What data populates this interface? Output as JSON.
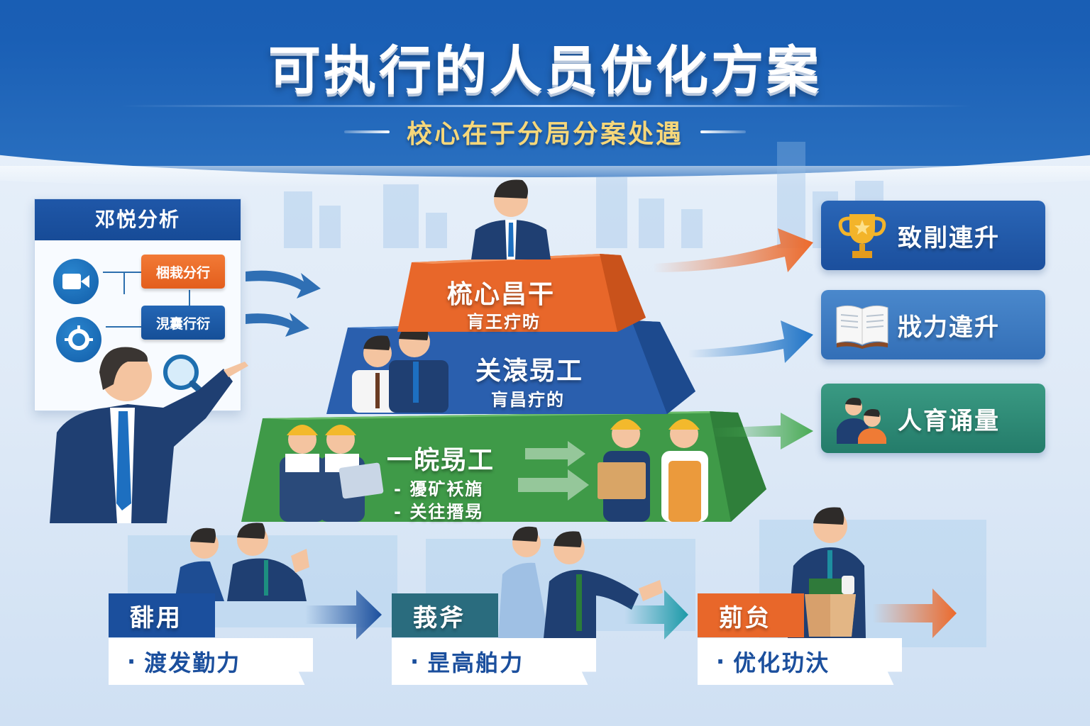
{
  "header": {
    "title": "可执行的人员优化方案",
    "subtitle": "校心在于分局分案处遇"
  },
  "analysis_panel": {
    "title": "邓悦分析",
    "nodes": [
      {
        "label": "梱栽分行",
        "color": "#e8672a"
      },
      {
        "label": "涀囊行衍",
        "color": "#1b4f9d"
      }
    ],
    "icons": [
      "video-camera-icon",
      "gear-target-icon",
      "magnifier-icon"
    ]
  },
  "pyramid": {
    "tiers": [
      {
        "title": "梳心昌干",
        "subtitle": "肓王疔昉",
        "color": "#e8672a"
      },
      {
        "title": "关溒昮工",
        "subtitle": "肓昌疔的",
        "color": "#2a5fae"
      },
      {
        "title": "一皖昮工",
        "bullets": [
          "- 獶矿袄旓",
          "- 关往撍昮"
        ],
        "color": "#3f9a48"
      }
    ]
  },
  "outcomes": [
    {
      "label": "致剈連升",
      "icon": "trophy-icon",
      "color": "#1f57a8",
      "arrow_color": "#ec6a2c"
    },
    {
      "label": "戕力違升",
      "icon": "book-icon",
      "color": "#3d7cc4",
      "arrow_color": "#1e73c6"
    },
    {
      "label": "人育诵量",
      "icon": "people-icon",
      "color": "#2c8a74",
      "arrow_color": "#4aab55"
    }
  ],
  "process": {
    "steps": [
      {
        "tag": "馡用",
        "detail": "渡发勤力",
        "color": "#1b4f9d"
      },
      {
        "tag": "莪斧",
        "detail": "昰高舶力",
        "color": "#2a6c7e"
      },
      {
        "tag": "莂贠",
        "detail": "优化玏汏",
        "color": "#e8672a"
      }
    ],
    "bullet": "·"
  },
  "colors": {
    "header_blue": "#1a5fb5",
    "subtitle_gold": "#f6d77a",
    "orange": "#e8672a",
    "blue": "#2a5fae",
    "green": "#3f9a48",
    "teal": "#2a6c7e"
  }
}
